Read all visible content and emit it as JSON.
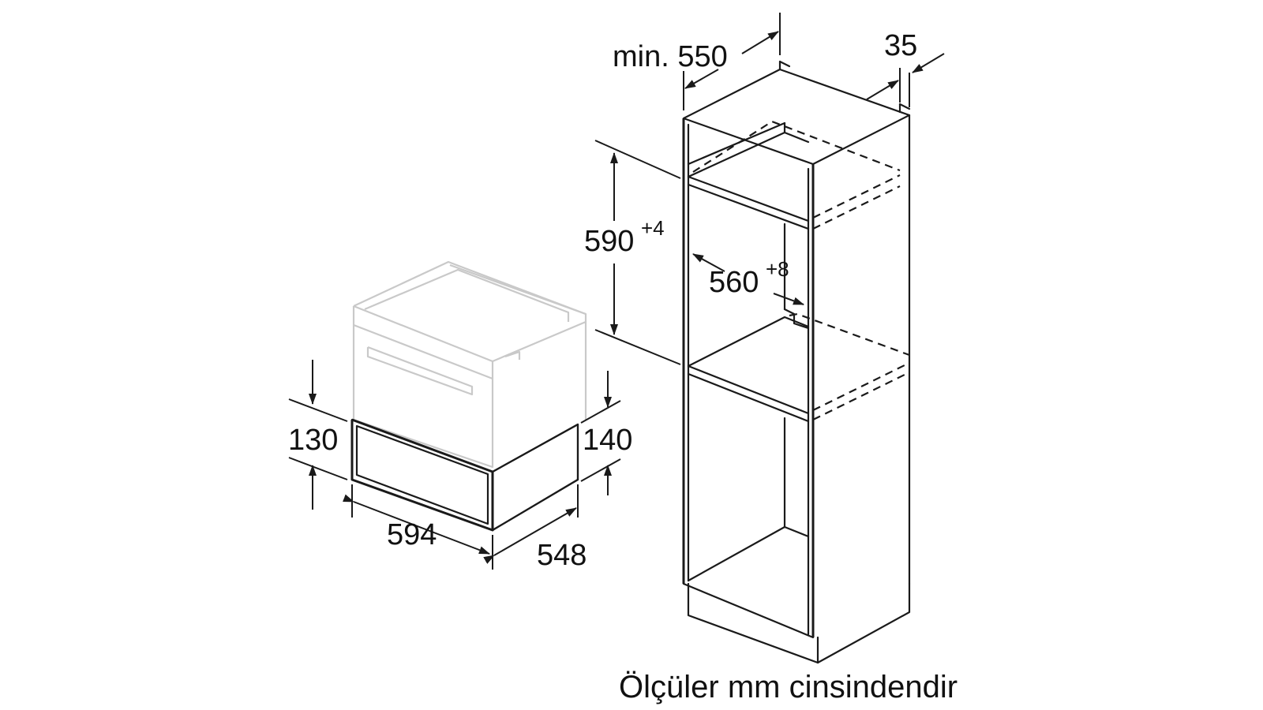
{
  "dimensions": {
    "niche_depth": "min. 550",
    "top_gap": "35",
    "niche_height": "590",
    "niche_height_tol": "+4",
    "niche_width": "560",
    "niche_width_tol": "+8",
    "drawer_front_height": "130",
    "drawer_height": "140",
    "drawer_width": "594",
    "drawer_depth": "548"
  },
  "caption": "Ölçüler mm cinsindendir",
  "colors": {
    "line": "#1a1a1a",
    "ghost_appliance": "#c9c9c9",
    "background": "#ffffff"
  }
}
